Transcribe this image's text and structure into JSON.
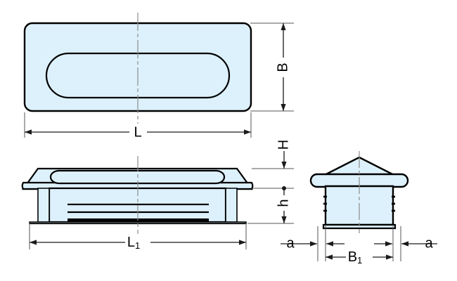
{
  "drawing": {
    "title": "Rectangular plastic insert plug - technical dimension drawing",
    "background_color": "#ffffff",
    "fill_color": "#ddf1fc",
    "outline_color": "#000000",
    "dimension_line_color": "#4d4d4d",
    "centerline_color": "#8c8c8c",
    "views": [
      {
        "name": "top-view",
        "description": "Plan view of rectangular plug with rounded inner slot"
      },
      {
        "name": "front-view",
        "description": "Front elevation showing flange, body and ribs"
      },
      {
        "name": "end-view",
        "description": "End elevation showing peaked top and flange"
      }
    ]
  },
  "dimensions": {
    "length": {
      "symbol": "L",
      "subscript": "",
      "view": "top-view",
      "orientation": "horizontal"
    },
    "width": {
      "symbol": "B",
      "subscript": "",
      "view": "top-view",
      "orientation": "vertical"
    },
    "flange_height": {
      "symbol": "H",
      "subscript": "",
      "view": "front-view",
      "orientation": "vertical"
    },
    "body_height": {
      "symbol": "h",
      "subscript": "",
      "view": "front-view",
      "orientation": "vertical"
    },
    "body_length": {
      "symbol": "L",
      "subscript": "1",
      "view": "front-view",
      "orientation": "horizontal"
    },
    "body_width": {
      "symbol": "B",
      "subscript": "1",
      "view": "end-view",
      "orientation": "horizontal"
    },
    "wall_left": {
      "symbol": "a",
      "subscript": "",
      "view": "end-view",
      "orientation": "horizontal"
    },
    "wall_right": {
      "symbol": "a",
      "subscript": "",
      "view": "end-view",
      "orientation": "horizontal"
    }
  }
}
